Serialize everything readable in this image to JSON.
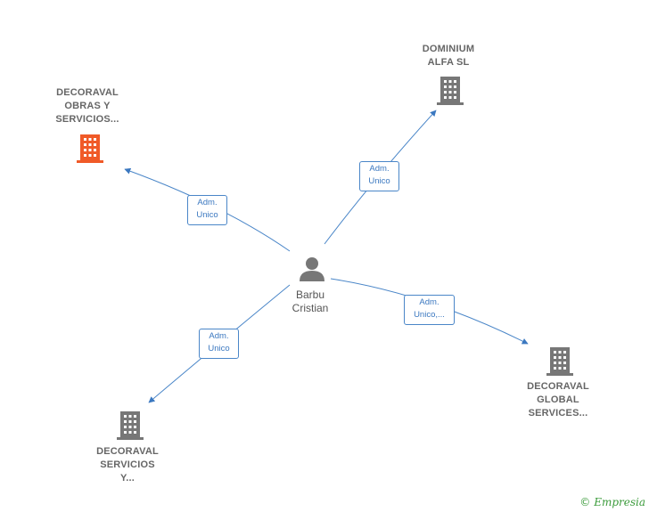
{
  "colors": {
    "edge": "#3b78c0",
    "building_default": "#777777",
    "building_highlight": "#f05a28",
    "person": "#777777"
  },
  "center": {
    "name_line1": "Barbu",
    "name_line2": "Cristian",
    "icon": "person-icon"
  },
  "nodes": [
    {
      "id": "decoraval-obras",
      "line1": "DECORAVAL",
      "line2": "OBRAS Y",
      "line3": "SERVICIOS...",
      "highlight": true,
      "icon": "building-icon"
    },
    {
      "id": "dominium-alfa",
      "line1": "DOMINIUM",
      "line2": "ALFA SL",
      "line3": "",
      "highlight": false,
      "icon": "building-icon"
    },
    {
      "id": "decoraval-global",
      "line1": "DECORAVAL",
      "line2": "GLOBAL",
      "line3": "SERVICES...",
      "highlight": false,
      "icon": "building-icon"
    },
    {
      "id": "decoraval-servicios",
      "line1": "DECORAVAL",
      "line2": "SERVICIOS",
      "line3": "Y...",
      "highlight": false,
      "icon": "building-icon"
    }
  ],
  "edges": [
    {
      "to": "decoraval-obras",
      "line1": "Adm.",
      "line2": "Unico"
    },
    {
      "to": "dominium-alfa",
      "line1": "Adm.",
      "line2": "Unico"
    },
    {
      "to": "decoraval-global",
      "line1": "Adm.",
      "line2": "Unico,..."
    },
    {
      "to": "decoraval-servicios",
      "line1": "Adm.",
      "line2": "Unico"
    }
  ],
  "footer": {
    "copyright_symbol": "©",
    "brand": "Empresia"
  }
}
